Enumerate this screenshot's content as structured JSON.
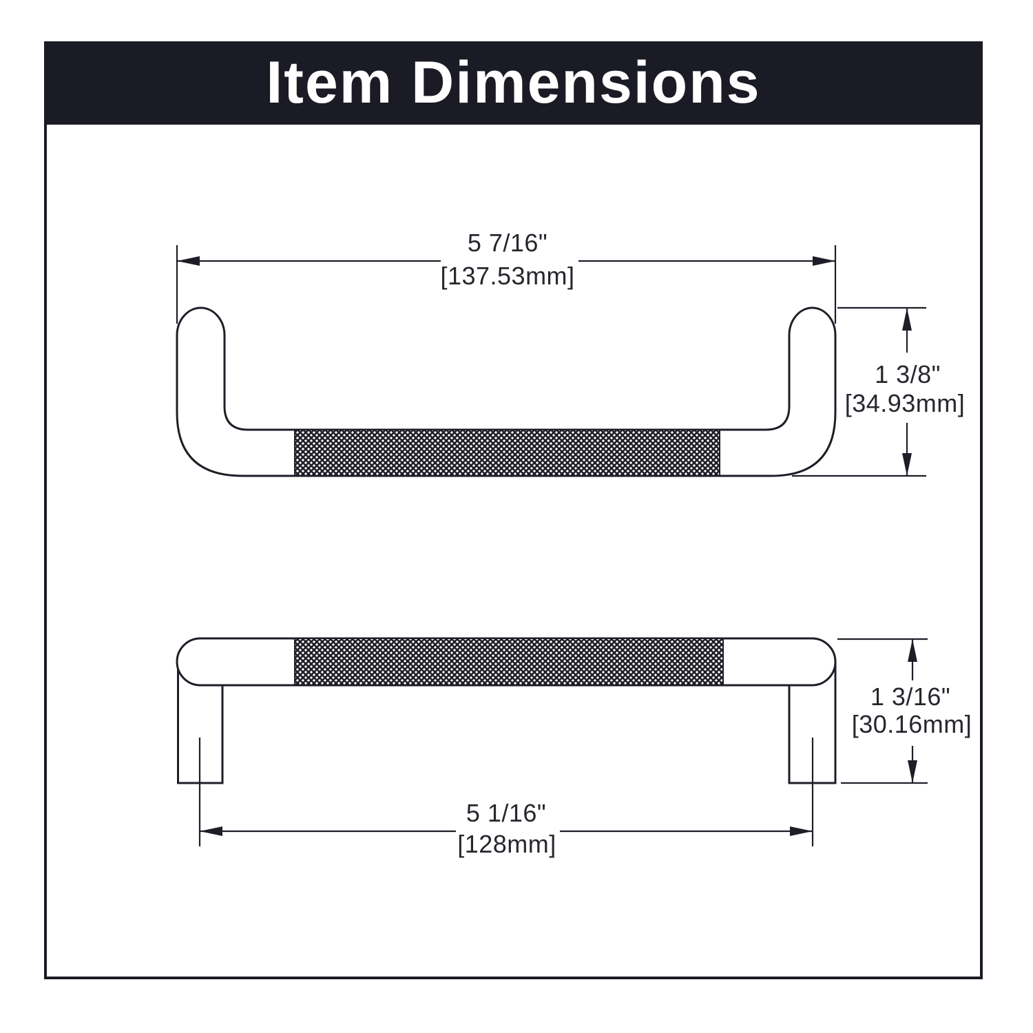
{
  "title": "Item Dimensions",
  "colors": {
    "banner": "#1b1b25",
    "line": "#1e1e28",
    "text": "#26262e",
    "page": "#ffffff"
  },
  "dimensions": {
    "top_view": {
      "overall_width": {
        "inches": "5 7/16\"",
        "mm": "[137.53mm]"
      },
      "overall_height": {
        "inches": "1 3/8\"",
        "mm": "[34.93mm]"
      }
    },
    "bottom_view": {
      "center_to_center": {
        "inches": "5 1/16\"",
        "mm": "[128mm]"
      },
      "overall_height": {
        "inches": "1 3/16\"",
        "mm": "[30.16mm]"
      }
    }
  }
}
